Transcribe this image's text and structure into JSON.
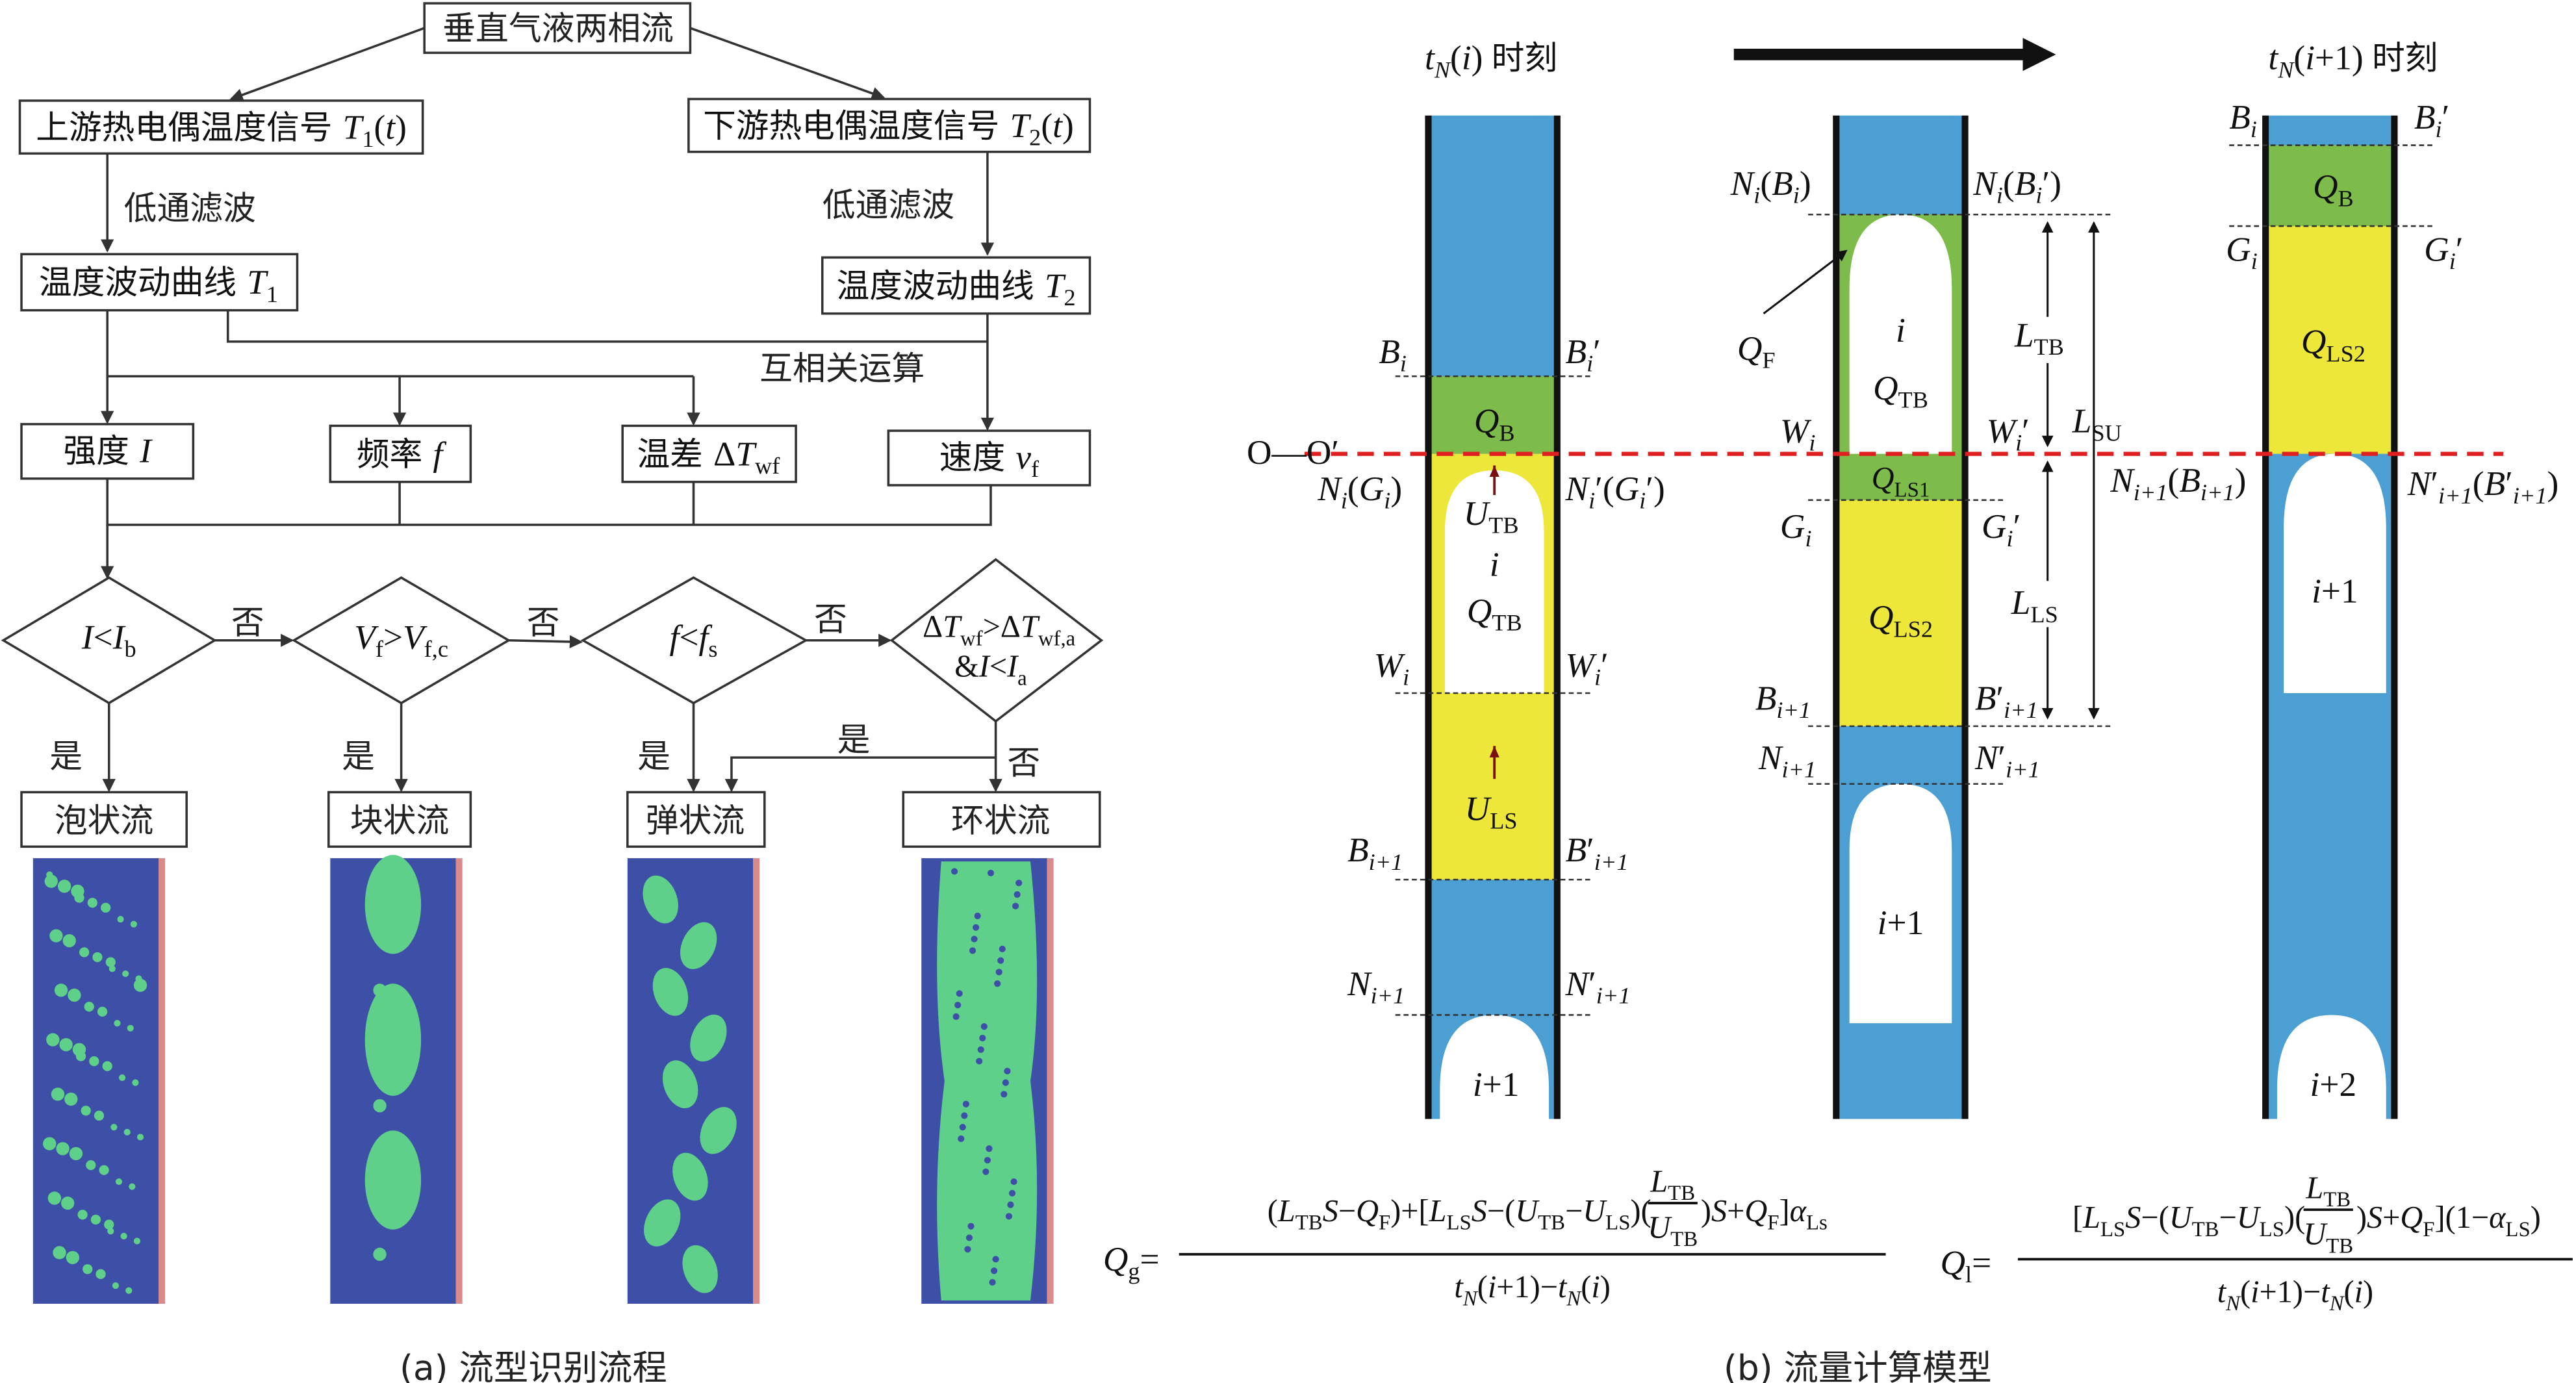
{
  "colors": {
    "pipe_blue": "#4b9fd3",
    "slug_green": "#7dbb4b",
    "liquid_yellow": "#ede73a",
    "flow_line": "#e02020",
    "sim_navy": "#3d4fa6",
    "sim_green": "#5fd08a"
  },
  "flowchart": {
    "root": "垂直气液两相流",
    "upstream": [
      {
        "t": "上游热电偶温度信号 ",
        "s": "cn"
      },
      {
        "t": "T",
        "s": "i"
      },
      {
        "t": "1",
        "s": "sub"
      },
      {
        "t": "(",
        "s": "n"
      },
      {
        "t": "t",
        "s": "i"
      },
      {
        "t": ")",
        "s": "n"
      }
    ],
    "downstream": [
      {
        "t": "下游热电偶温度信号 ",
        "s": "cn"
      },
      {
        "t": "T",
        "s": "i"
      },
      {
        "t": "2",
        "s": "sub"
      },
      {
        "t": "(",
        "s": "n"
      },
      {
        "t": "t",
        "s": "i"
      },
      {
        "t": ")",
        "s": "n"
      }
    ],
    "filter_left": "低通滤波",
    "filter_right": "低通滤波",
    "curve1": [
      {
        "t": "温度波动曲线 ",
        "s": "cn"
      },
      {
        "t": "T",
        "s": "i"
      },
      {
        "t": "1",
        "s": "sub"
      }
    ],
    "curve2": [
      {
        "t": "温度波动曲线 ",
        "s": "cn"
      },
      {
        "t": "T",
        "s": "i"
      },
      {
        "t": "2",
        "s": "sub"
      }
    ],
    "xcorr": "互相关运算",
    "intensity": [
      {
        "t": "强度 ",
        "s": "cn"
      },
      {
        "t": "I",
        "s": "i"
      }
    ],
    "frequency": [
      {
        "t": "频率 ",
        "s": "cn"
      },
      {
        "t": "f",
        "s": "i"
      }
    ],
    "tempdiff": [
      {
        "t": "温差 ",
        "s": "cn"
      },
      {
        "t": "Δ",
        "s": "n"
      },
      {
        "t": "T",
        "s": "i"
      },
      {
        "t": "wf",
        "s": "sub"
      }
    ],
    "velocity": [
      {
        "t": "速度 ",
        "s": "cn"
      },
      {
        "t": "v",
        "s": "i"
      },
      {
        "t": "f",
        "s": "sub"
      }
    ],
    "d1": [
      {
        "t": "I",
        "s": "i"
      },
      {
        "t": "<",
        "s": "n"
      },
      {
        "t": "I",
        "s": "i"
      },
      {
        "t": "b",
        "s": "sub"
      }
    ],
    "d2": [
      {
        "t": "V",
        "s": "i"
      },
      {
        "t": "f",
        "s": "sub"
      },
      {
        "t": ">",
        "s": "n"
      },
      {
        "t": "V",
        "s": "i"
      },
      {
        "t": "f,c",
        "s": "sub"
      }
    ],
    "d3": [
      {
        "t": "f",
        "s": "i"
      },
      {
        "t": "<",
        "s": "n"
      },
      {
        "t": "f",
        "s": "i"
      },
      {
        "t": "s",
        "s": "sub"
      }
    ],
    "d4a": [
      {
        "t": "Δ",
        "s": "n"
      },
      {
        "t": "T",
        "s": "i"
      },
      {
        "t": "wf",
        "s": "sub"
      },
      {
        "t": ">Δ",
        "s": "n"
      },
      {
        "t": "T",
        "s": "i"
      },
      {
        "t": "wf,a",
        "s": "sub"
      }
    ],
    "d4b": [
      {
        "t": "&",
        "s": "n"
      },
      {
        "t": "I",
        "s": "i"
      },
      {
        "t": "<",
        "s": "n"
      },
      {
        "t": "I",
        "s": "i"
      },
      {
        "t": "a",
        "s": "sub"
      }
    ],
    "no": "否",
    "yes": "是",
    "bubbly": "泡状流",
    "churn": "块状流",
    "slug": "弹状流",
    "annular": "环状流",
    "caption": "(a) 流型识别流程"
  },
  "model": {
    "time_i": [
      {
        "t": "t",
        "s": "i"
      },
      {
        "t": "N",
        "s": "isub"
      },
      {
        "t": "(",
        "s": "n"
      },
      {
        "t": "i",
        "s": "i"
      },
      {
        "t": ") ",
        "s": "n"
      },
      {
        "t": "时刻",
        "s": "cn"
      }
    ],
    "time_i1": [
      {
        "t": "t",
        "s": "i"
      },
      {
        "t": "N",
        "s": "isub"
      },
      {
        "t": "(",
        "s": "n"
      },
      {
        "t": "i",
        "s": "i"
      },
      {
        "t": "+1) ",
        "s": "n"
      },
      {
        "t": "时刻",
        "s": "cn"
      }
    ],
    "oo": "O—O′",
    "labels": {
      "Bi": [
        {
          "t": "B",
          "s": "i"
        },
        {
          "t": "i",
          "s": "isub"
        }
      ],
      "Bip": [
        {
          "t": "B",
          "s": "i"
        },
        {
          "t": "i",
          "s": "isub"
        },
        {
          "t": "′",
          "s": "n"
        }
      ],
      "NiGi": [
        {
          "t": "N",
          "s": "i"
        },
        {
          "t": "i",
          "s": "isub"
        },
        {
          "t": "(",
          "s": "n"
        },
        {
          "t": "G",
          "s": "i"
        },
        {
          "t": "i",
          "s": "isub"
        },
        {
          "t": ")",
          "s": "n"
        }
      ],
      "NiGip": [
        {
          "t": "N",
          "s": "i"
        },
        {
          "t": "i",
          "s": "isub"
        },
        {
          "t": "′(",
          "s": "n"
        },
        {
          "t": "G",
          "s": "i"
        },
        {
          "t": "i",
          "s": "isub"
        },
        {
          "t": "′)",
          "s": "n"
        }
      ],
      "Wi": [
        {
          "t": "W",
          "s": "i"
        },
        {
          "t": "i",
          "s": "isub"
        }
      ],
      "Wip": [
        {
          "t": "W",
          "s": "i"
        },
        {
          "t": "i",
          "s": "isub"
        },
        {
          "t": "′",
          "s": "n"
        }
      ],
      "Bi1": [
        {
          "t": "B",
          "s": "i"
        },
        {
          "t": "i+1",
          "s": "isub"
        }
      ],
      "Bi1p": [
        {
          "t": "B",
          "s": "i"
        },
        {
          "t": "′",
          "s": "n"
        },
        {
          "t": "i+1",
          "s": "isub"
        }
      ],
      "Ni1": [
        {
          "t": "N",
          "s": "i"
        },
        {
          "t": "i+1",
          "s": "isub"
        }
      ],
      "Ni1p": [
        {
          "t": "N",
          "s": "i"
        },
        {
          "t": "′",
          "s": "n"
        },
        {
          "t": "i+1",
          "s": "isub"
        }
      ],
      "NiBi": [
        {
          "t": "N",
          "s": "i"
        },
        {
          "t": "i",
          "s": "isub"
        },
        {
          "t": "(",
          "s": "n"
        },
        {
          "t": "B",
          "s": "i"
        },
        {
          "t": "i",
          "s": "isub"
        },
        {
          "t": ")",
          "s": "n"
        }
      ],
      "NiBip": [
        {
          "t": "N",
          "s": "i"
        },
        {
          "t": "i",
          "s": "isub"
        },
        {
          "t": "(",
          "s": "n"
        },
        {
          "t": "B",
          "s": "i"
        },
        {
          "t": "i",
          "s": "isub"
        },
        {
          "t": "′)",
          "s": "n"
        }
      ],
      "Gi": [
        {
          "t": "G",
          "s": "i"
        },
        {
          "t": "i",
          "s": "isub"
        }
      ],
      "Gip": [
        {
          "t": "G",
          "s": "i"
        },
        {
          "t": "i",
          "s": "isub"
        },
        {
          "t": "′",
          "s": "n"
        }
      ],
      "Ni1Bi1": [
        {
          "t": "N",
          "s": "i"
        },
        {
          "t": "i+1",
          "s": "isub"
        },
        {
          "t": "(",
          "s": "n"
        },
        {
          "t": "B",
          "s": "i"
        },
        {
          "t": "i+1",
          "s": "isub"
        },
        {
          "t": ")",
          "s": "n"
        }
      ],
      "Ni1Bi1p": [
        {
          "t": "N",
          "s": "i"
        },
        {
          "t": "′",
          "s": "n"
        },
        {
          "t": "i+1",
          "s": "isub"
        },
        {
          "t": "(",
          "s": "n"
        },
        {
          "t": "B",
          "s": "i"
        },
        {
          "t": "′",
          "s": "n"
        },
        {
          "t": "i+1",
          "s": "isub"
        },
        {
          "t": ")",
          "s": "n"
        }
      ],
      "QB": [
        {
          "t": "Q",
          "s": "i"
        },
        {
          "t": "B",
          "s": "sub"
        }
      ],
      "QTB": [
        {
          "t": "Q",
          "s": "i"
        },
        {
          "t": "TB",
          "s": "sub"
        }
      ],
      "UTB": [
        {
          "t": "U",
          "s": "i"
        },
        {
          "t": "TB",
          "s": "sub"
        }
      ],
      "ULS": [
        {
          "t": "U",
          "s": "i"
        },
        {
          "t": "LS",
          "s": "sub"
        }
      ],
      "QF": [
        {
          "t": "Q",
          "s": "i"
        },
        {
          "t": "F",
          "s": "sub"
        }
      ],
      "QLS1": [
        {
          "t": "Q",
          "s": "i"
        },
        {
          "t": "LS1",
          "s": "sub"
        }
      ],
      "QLS2": [
        {
          "t": "Q",
          "s": "i"
        },
        {
          "t": "LS2",
          "s": "sub"
        }
      ],
      "LTB": [
        {
          "t": "L",
          "s": "i"
        },
        {
          "t": "TB",
          "s": "sub"
        }
      ],
      "LSU": [
        {
          "t": "L",
          "s": "i"
        },
        {
          "t": "SU",
          "s": "sub"
        }
      ],
      "LLS": [
        {
          "t": "L",
          "s": "i"
        },
        {
          "t": "LS",
          "s": "sub"
        }
      ],
      "i": [
        {
          "t": "i",
          "s": "i"
        }
      ],
      "i1": [
        {
          "t": "i",
          "s": "i"
        },
        {
          "t": "+1",
          "s": "n"
        }
      ],
      "i2": [
        {
          "t": "i",
          "s": "i"
        },
        {
          "t": "+2",
          "s": "n"
        }
      ]
    },
    "formula_g": {
      "lhs": [
        {
          "t": "Q",
          "s": "i"
        },
        {
          "t": "g",
          "s": "sub"
        },
        {
          "t": "=",
          "s": "n"
        }
      ],
      "num_a": [
        {
          "t": "(",
          "s": "n"
        },
        {
          "t": "L",
          "s": "i"
        },
        {
          "t": "TB",
          "s": "sub"
        },
        {
          "t": "S",
          "s": "i"
        },
        {
          "t": "−",
          "s": "n"
        },
        {
          "t": "Q",
          "s": "i"
        },
        {
          "t": "F",
          "s": "sub"
        },
        {
          "t": ")+[",
          "s": "n"
        },
        {
          "t": "L",
          "s": "i"
        },
        {
          "t": "LS",
          "s": "sub"
        },
        {
          "t": "S",
          "s": "i"
        },
        {
          "t": "−(",
          "s": "n"
        },
        {
          "t": "U",
          "s": "i"
        },
        {
          "t": "TB",
          "s": "sub"
        },
        {
          "t": "−",
          "s": "n"
        },
        {
          "t": "U",
          "s": "i"
        },
        {
          "t": "LS",
          "s": "sub"
        },
        {
          "t": ")(",
          "s": "n"
        }
      ],
      "frac_top": [
        {
          "t": "L",
          "s": "i"
        },
        {
          "t": "TB",
          "s": "sub"
        }
      ],
      "frac_bot": [
        {
          "t": "U",
          "s": "i"
        },
        {
          "t": "TB",
          "s": "sub"
        }
      ],
      "num_b": [
        {
          "t": ")",
          "s": "n"
        },
        {
          "t": "S",
          "s": "i"
        },
        {
          "t": "+",
          "s": "n"
        },
        {
          "t": "Q",
          "s": "i"
        },
        {
          "t": "F",
          "s": "sub"
        },
        {
          "t": "]",
          "s": "n"
        },
        {
          "t": "α",
          "s": "i"
        },
        {
          "t": "Ls",
          "s": "sub"
        }
      ],
      "den": [
        {
          "t": "t",
          "s": "i"
        },
        {
          "t": "N",
          "s": "isub"
        },
        {
          "t": "(",
          "s": "n"
        },
        {
          "t": "i",
          "s": "i"
        },
        {
          "t": "+1)−",
          "s": "n"
        },
        {
          "t": "t",
          "s": "i"
        },
        {
          "t": "N",
          "s": "isub"
        },
        {
          "t": "(",
          "s": "n"
        },
        {
          "t": "i",
          "s": "i"
        },
        {
          "t": ")",
          "s": "n"
        }
      ]
    },
    "formula_l": {
      "lhs": [
        {
          "t": "Q",
          "s": "i"
        },
        {
          "t": "l",
          "s": "sub"
        },
        {
          "t": "=",
          "s": "n"
        }
      ],
      "num_a": [
        {
          "t": "[",
          "s": "n"
        },
        {
          "t": "L",
          "s": "i"
        },
        {
          "t": "LS",
          "s": "sub"
        },
        {
          "t": "S",
          "s": "i"
        },
        {
          "t": "−(",
          "s": "n"
        },
        {
          "t": "U",
          "s": "i"
        },
        {
          "t": "TB",
          "s": "sub"
        },
        {
          "t": "−",
          "s": "n"
        },
        {
          "t": "U",
          "s": "i"
        },
        {
          "t": "LS",
          "s": "sub"
        },
        {
          "t": ")(",
          "s": "n"
        }
      ],
      "frac_top": [
        {
          "t": "L",
          "s": "i"
        },
        {
          "t": "TB",
          "s": "sub"
        }
      ],
      "frac_bot": [
        {
          "t": "U",
          "s": "i"
        },
        {
          "t": "TB",
          "s": "sub"
        }
      ],
      "num_b": [
        {
          "t": ")",
          "s": "n"
        },
        {
          "t": "S",
          "s": "i"
        },
        {
          "t": "+",
          "s": "n"
        },
        {
          "t": "Q",
          "s": "i"
        },
        {
          "t": "F",
          "s": "sub"
        },
        {
          "t": "](1−",
          "s": "n"
        },
        {
          "t": "α",
          "s": "i"
        },
        {
          "t": "LS",
          "s": "sub"
        },
        {
          "t": ")",
          "s": "n"
        }
      ],
      "den": [
        {
          "t": "t",
          "s": "i"
        },
        {
          "t": "N",
          "s": "isub"
        },
        {
          "t": "(",
          "s": "n"
        },
        {
          "t": "i",
          "s": "i"
        },
        {
          "t": "+1)−",
          "s": "n"
        },
        {
          "t": "t",
          "s": "i"
        },
        {
          "t": "N",
          "s": "isub"
        },
        {
          "t": "(",
          "s": "n"
        },
        {
          "t": "i",
          "s": "i"
        },
        {
          "t": ")",
          "s": "n"
        }
      ]
    },
    "caption": "(b) 流量计算模型"
  }
}
